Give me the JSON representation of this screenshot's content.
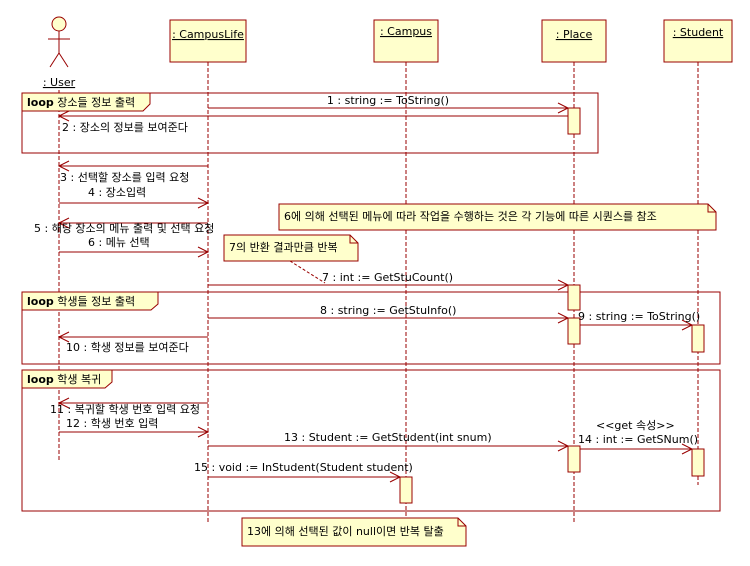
{
  "colors": {
    "line": "#990000",
    "box_fill": "#ffffcc",
    "box_border": "#990000",
    "text": "#000000"
  },
  "actor": {
    "name": ": User"
  },
  "lifelines": [
    {
      "name": ": CampusLife"
    },
    {
      "name": ": Campus"
    },
    {
      "name": ": Place"
    },
    {
      "name": ": Student"
    }
  ],
  "frames": [
    {
      "keyword": "loop",
      "label": "장소들 정보 출력"
    },
    {
      "keyword": "loop",
      "label": "학생들 정보 출력"
    },
    {
      "keyword": "loop",
      "label": "학생 복귀"
    }
  ],
  "messages": [
    {
      "text": "1 : string := ToString()"
    },
    {
      "text": "2 : 장소의 정보를 보여준다"
    },
    {
      "text": "3 : 선택할 장소를 입력 요청"
    },
    {
      "text": "4 : 장소입력"
    },
    {
      "text": "5 : 해당 장소의 메뉴 출력 및 선택 요청"
    },
    {
      "text": "6 : 메뉴 선택"
    },
    {
      "text": "7 : int := GetStuCount()"
    },
    {
      "text": "8 : string := GetStuInfo()"
    },
    {
      "text": "9 : string := ToString()"
    },
    {
      "text": "10 : 학생 정보를 보여준다"
    },
    {
      "text": "11 : 복귀할 학생 번호 입력 요청"
    },
    {
      "text": "12 : 학생 번호 입력"
    },
    {
      "text": "13 : Student := GetStudent(int snum)"
    },
    {
      "text": "14 : int := GetSNum()"
    },
    {
      "text": "15 : void := InStudent(Student student)"
    }
  ],
  "stereotype": "<<get 속성>>",
  "notes": [
    {
      "text": "6에 의해 선택된 메뉴에 따라 작업을 수행하는 것은 각 기능에 따른 시퀀스를 참조"
    },
    {
      "text": "7의 반환 결과만큼 반복"
    },
    {
      "text": "13에 의해 선택된 값이 null이면 반복 탈출"
    }
  ]
}
